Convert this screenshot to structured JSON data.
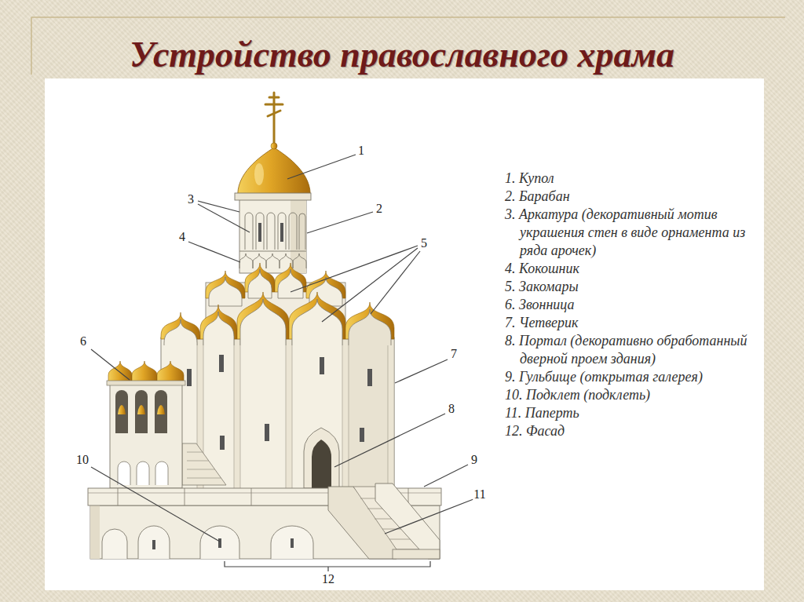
{
  "diagram": {
    "title": "Устройство православного храма",
    "labels": [
      "1",
      "2",
      "3",
      "4",
      "5",
      "6",
      "7",
      "8",
      "9",
      "10",
      "11",
      "12",
      "1. Купол",
      "2. Барабан",
      "3. Аркатура (декоративный мотив украшения стен в виде орнамента из ряда арочек)",
      "4. Кокошник",
      "5. Закомары",
      "6. Звонница",
      "7. Четверик",
      "8. Портал (декоративно обработанный дверной проем здания)",
      "9. Гульбище (открытая галерея)",
      "10. Подклет (подклеть)",
      "11. Паперть",
      "12. Фасад"
    ]
  }
}
